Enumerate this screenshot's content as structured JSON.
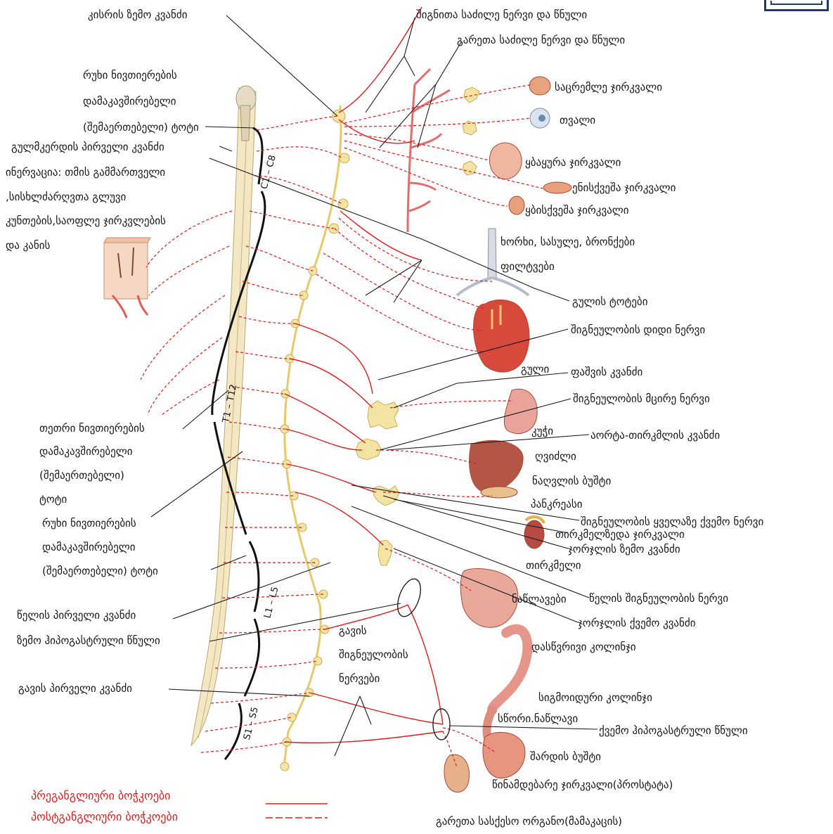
{
  "labels": {
    "kisris_zemo": "კისრის ზემო კვანძი",
    "shiganita_sadzile": "შიგნითა საძილე ნერვი და წნული",
    "gareta_sadzile": "გარეთა საძილე ნერვი და წნული",
    "rukhi_1_l1": "რუხი ნივთიერების",
    "rukhi_1_l2": "დამაკავშირებელი",
    "rukhi_1_l3": "(შემაერთებელი) ტოტი",
    "gulmkerdis": "გულმკერდის პირველი კვანძი",
    "inerv_l1": "ინერვაცია: თმის გამმართველი",
    "inerv_l2": ",სისხლძარღვთა გლუვი",
    "inerv_l3": "კუნთების,საოფლე ჯირკვლების",
    "inerv_l4": "და კანის",
    "sacremle": "საცრემლე ჯირკვალი",
    "tvali": "თვალი",
    "ybayura": "ყბაყურა ჯირკვალი",
    "enisqvesha": "ენისქვეშა ჯირკვალი",
    "ybisqvesha": "ყბისქვეშა ჯირკვალი",
    "khorkhi": "ხორხი, სასულე, ბრონქები",
    "filtvebi": "ფილტვები",
    "gulis_totebi": "გულის ტოტები",
    "didi_nervi": "შიგნეულობის დიდი ნერვი",
    "guli": "გული",
    "fashvis": "ფაშვის კვანძი",
    "mcire_nervi": "შიგნეულობის მცირე ნერვი",
    "kuchi": "კუჭი",
    "aorta": "აორტა-თირკმლის კვანძი",
    "xvidzli": "ღვიძლი",
    "nagvlis": "ნაღვლის ბუშტი",
    "pankreasi": "პანკრეასი",
    "qvemo_nervi": "შიგნეულობის ყველაზე ქვემო ნერვი",
    "tirkmelzeda": "თირკმელზედა ჯირკვალი",
    "jorjlis_zemo": "ჯორჯლის ზემო კვანძი",
    "tirkmeli": "თირკმელი",
    "tetri_l1": "თეთრი ნივთიერების",
    "tetri_l2": "დამაკავშირებელი",
    "tetri_l3": "(შემაერთებელი)",
    "tetri_l4": "ტოტი",
    "rukhi_2_l1": "რუხი ნივთიერების",
    "rukhi_2_l2": "დამაკავშირებელი",
    "rukhi_2_l3": "(შემაერთებელი) ტოტი",
    "welis_shig": "წელის შიგნეულობის ნერვი",
    "welis_pirveli": "წელის პირველი კვანძი",
    "nawlavebi": "ნაწლავები",
    "jorjlis_qvemo": "ჯორჯლის ქვემო კვანძი",
    "zemo_hipog": "ზემო ჰიპოგასტრული წნული",
    "gavis_nerv_l1": "გავის",
    "gavis_nerv_l2": "შიგნეულობის",
    "gavis_nerv_l3": "ნერვები",
    "dasw_kolinji": "დასწვრივი კოლინჯი",
    "gavis_pirveli": "გავის პირველი კვანძი",
    "sigmoid": "სიგმოიდური კოლინჯი",
    "swori": "სწორი.ნაწლავი",
    "qvemo_hipog": "ქვემო ჰიპოგასტრული წნული",
    "shardis": "შარდის ბუშტი",
    "winamdebare": "წინამდებარე ჯირკვალი(პროსტატა)",
    "gareta_sasq": "გარეთა სასქესო ორგანო(მამაკაცის)",
    "seg_c": "C1 – C8",
    "seg_t": "T1 – T12",
    "seg_l": "L1 – L5",
    "seg_s": "S1 – S5"
  },
  "legend": {
    "pre": "პრეგანგლიური ბოჭკოები",
    "post": "პოსტგანგლიური ბოჭკოები",
    "color": "#e11b1b"
  }
}
